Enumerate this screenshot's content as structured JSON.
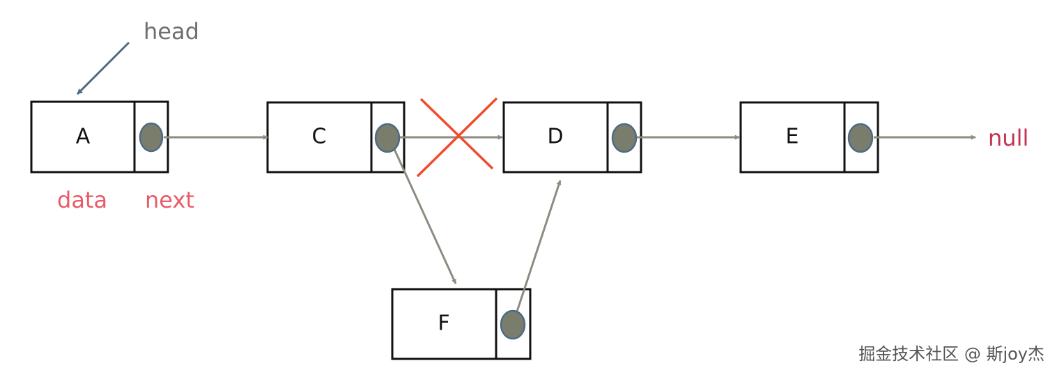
{
  "labels": {
    "head": "head",
    "data": "data",
    "next": "next",
    "null": "null"
  },
  "nodes": [
    {
      "id": "A",
      "label": "A"
    },
    {
      "id": "C",
      "label": "C"
    },
    {
      "id": "D",
      "label": "D"
    },
    {
      "id": "E",
      "label": "E"
    },
    {
      "id": "F",
      "label": "F"
    }
  ],
  "links": [
    {
      "from": "A",
      "to": "C",
      "removed": false
    },
    {
      "from": "C",
      "to": "D",
      "removed": true
    },
    {
      "from": "C",
      "to": "F",
      "removed": false
    },
    {
      "from": "F",
      "to": "D",
      "removed": false
    },
    {
      "from": "E",
      "to": "null",
      "removed": false
    }
  ],
  "colors": {
    "red_label": "#e85a67",
    "null_label": "#c6324f",
    "cross": "#f04b2c",
    "arrow": "#8a8d80",
    "head_arrow": "#4f6b84",
    "pointer_fill": "#7a7d6b"
  },
  "watermark": "掘金技术社区 @ 斯joy杰"
}
